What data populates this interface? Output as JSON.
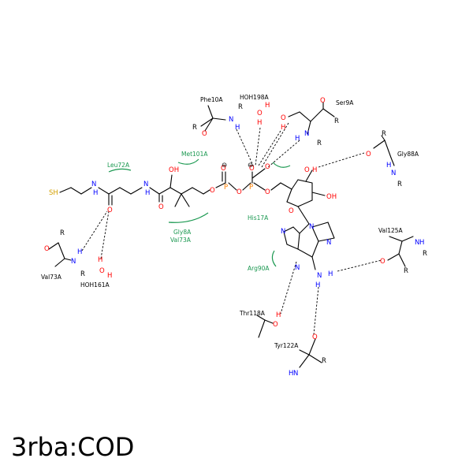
{
  "title": "3rba:COD",
  "colors": {
    "carbon": "#000000",
    "oxygen": "#ff0000",
    "nitrogen": "#0000ff",
    "sulfur": "#d4a000",
    "phosphorus": "#ff8000",
    "hydrophobic": "#1a9850"
  },
  "atoms": {
    "sh": "SH",
    "n": "N",
    "h": "H",
    "o": "O",
    "p": "P",
    "oh": "OH",
    "r": "R",
    "minus": "⊖"
  },
  "residues": {
    "leu72a": "Leu72A",
    "met101a": "Met101A",
    "gly8a": "Gly8A",
    "val73a_hyd": "Val73A",
    "his17a": "His17A",
    "arg90a": "Arg90A",
    "phe10a": "Phe10A",
    "hoh198a": "HOH198A",
    "ser9a": "Ser9A",
    "gly88a": "Gly88A",
    "val73a": "Val73A",
    "hoh161a": "HOH161A",
    "val125a": "Val125A",
    "thr118a": "Thr118A",
    "tyr122a": "Tyr122A"
  }
}
